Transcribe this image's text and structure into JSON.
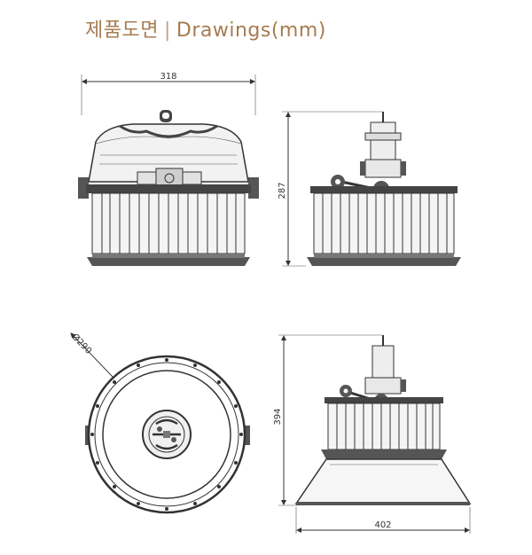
{
  "title": {
    "ko": "제품도면",
    "separator": "|",
    "en": "Drawings(mm)"
  },
  "dimensions": {
    "front_width": "318",
    "side_height": "287",
    "top_diameter": "Ø290",
    "reflector_height": "394",
    "reflector_width": "402"
  },
  "colors": {
    "title": "#a67c52",
    "line": "#333333"
  }
}
